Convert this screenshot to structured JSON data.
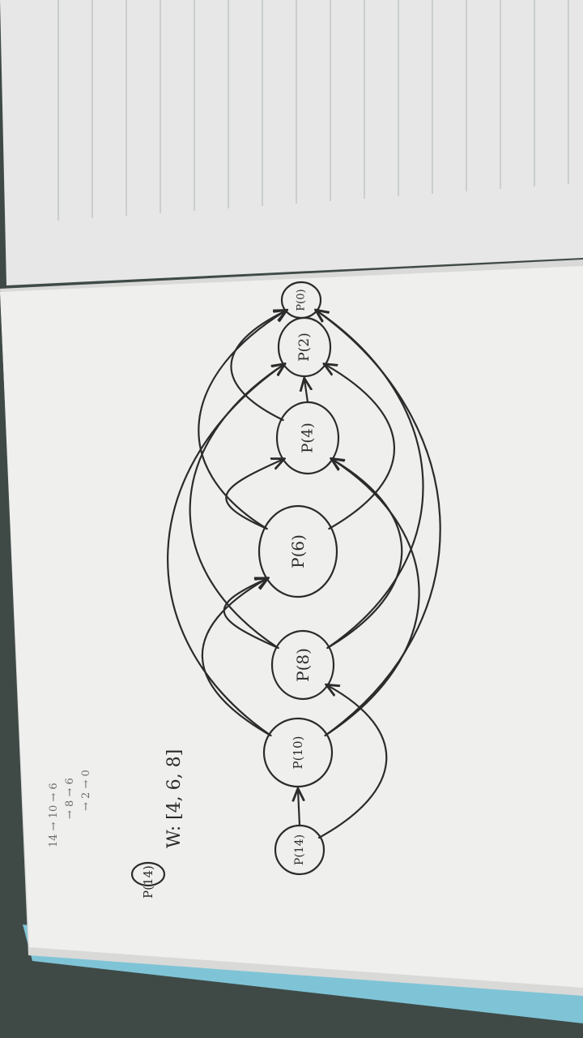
{
  "photo": {
    "subject": "handwritten-directed-graph-notebook",
    "colors": {
      "background": "#3f4a47",
      "paper": "#efefee",
      "paper_shadow": "#d9d9d8",
      "ink": "#2b2b2b",
      "rule_lines": "#b9bdbd",
      "cover_edge": "#7fc4d6"
    }
  },
  "graph": {
    "nodes": [
      {
        "id": "n14",
        "label": "P(14)"
      },
      {
        "id": "n10",
        "label": "P(10)"
      },
      {
        "id": "n8",
        "label": "P(8)"
      },
      {
        "id": "n6",
        "label": "P(6)"
      },
      {
        "id": "n4",
        "label": "P(4)"
      },
      {
        "id": "n2",
        "label": "P(2)"
      },
      {
        "id": "n0",
        "label": "P(0)"
      }
    ],
    "edges": [
      {
        "from": "n14",
        "to": "n10"
      },
      {
        "from": "n14",
        "to": "n8"
      },
      {
        "from": "n10",
        "to": "n6"
      },
      {
        "from": "n10",
        "to": "n4"
      },
      {
        "from": "n10",
        "to": "n2"
      },
      {
        "from": "n10",
        "to": "n0"
      },
      {
        "from": "n8",
        "to": "n6"
      },
      {
        "from": "n8",
        "to": "n4"
      },
      {
        "from": "n8",
        "to": "n2"
      },
      {
        "from": "n8",
        "to": "n0"
      },
      {
        "from": "n6",
        "to": "n4"
      },
      {
        "from": "n6",
        "to": "n2"
      },
      {
        "from": "n6",
        "to": "n0"
      },
      {
        "from": "n4",
        "to": "n2"
      },
      {
        "from": "n4",
        "to": "n0"
      }
    ]
  },
  "notes": {
    "circled_label": "P(14)",
    "set_line": "W: [4, 6, 8]",
    "scratch_lines": [
      "14 → 10 → 6",
      "→ 8 → 6",
      "→ 2 → 0"
    ]
  }
}
